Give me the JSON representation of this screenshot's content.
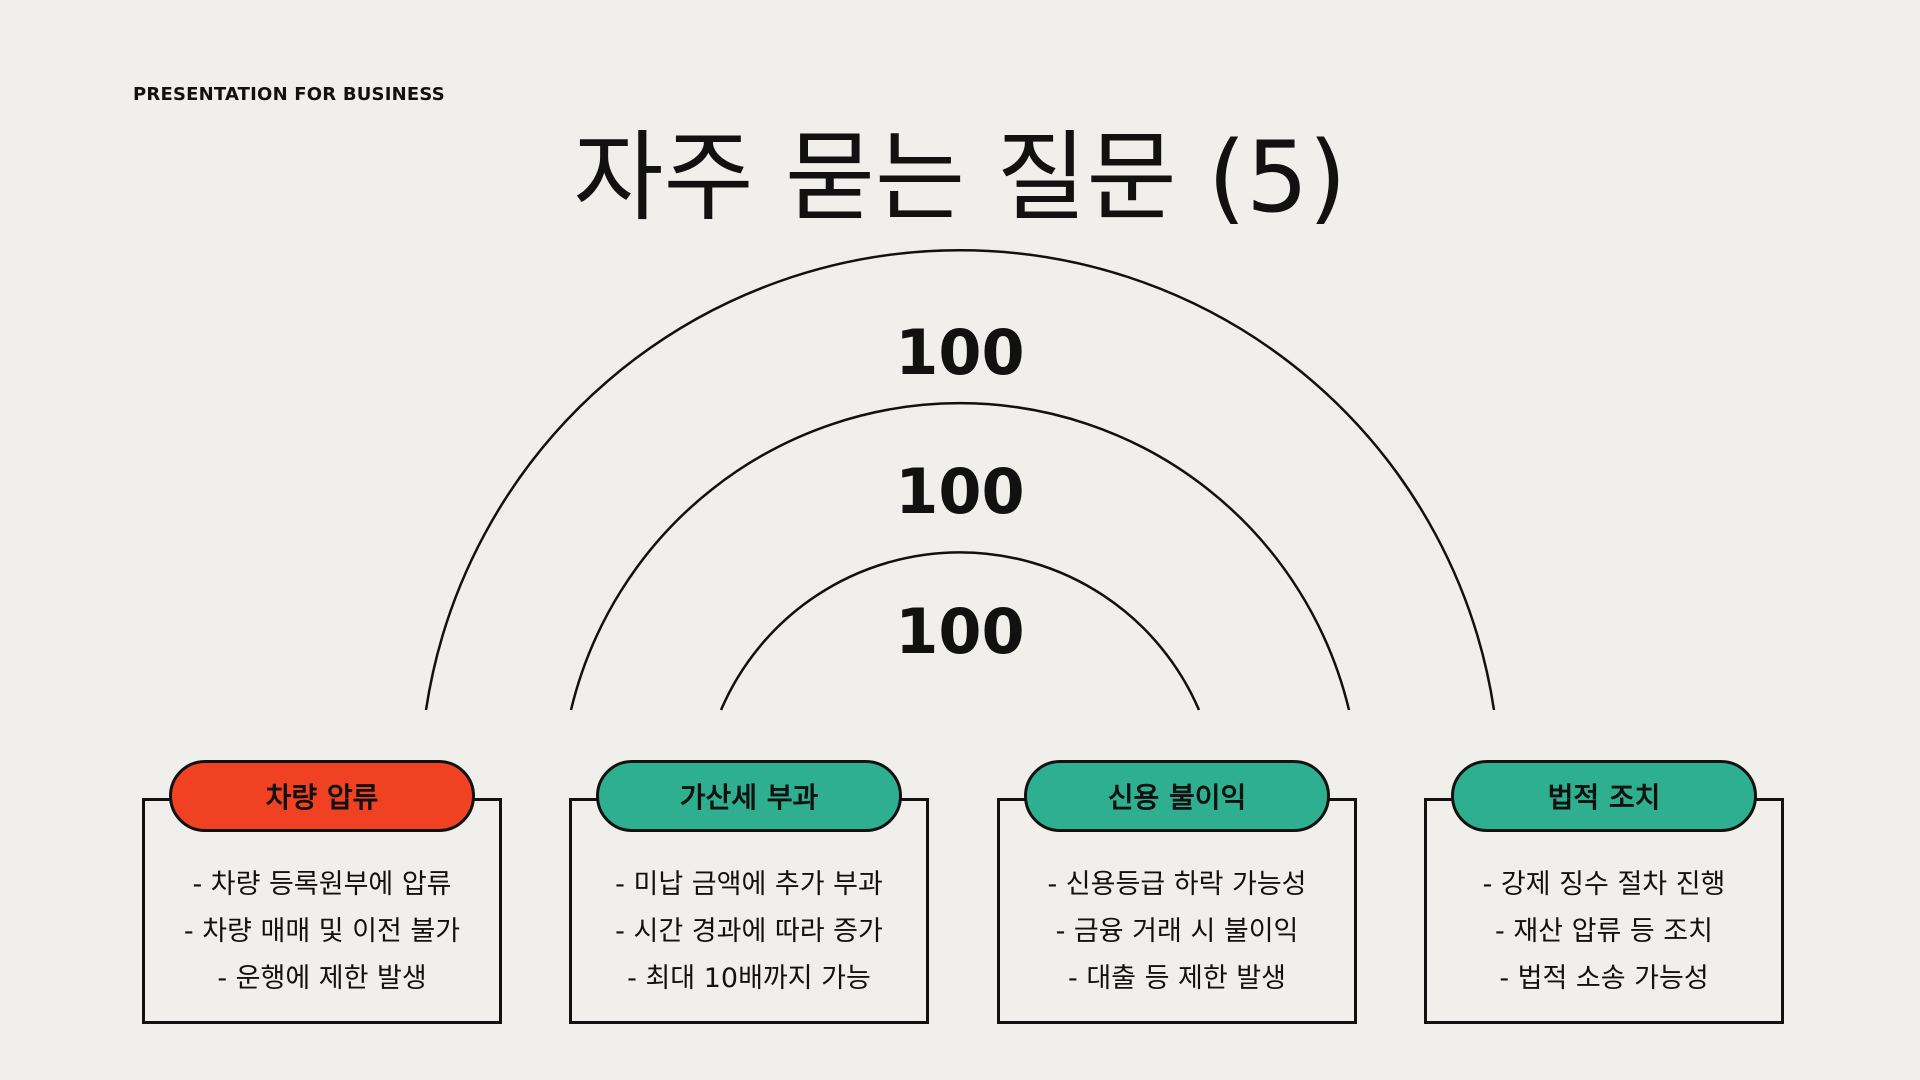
{
  "header": {
    "eyebrow": "PRESENTATION FOR BUSINESS",
    "title": "자주 묻는 질문 (5)"
  },
  "arcs": {
    "values": [
      "100",
      "100",
      "100"
    ]
  },
  "colors": {
    "accent_red": "#f04123",
    "accent_teal": "#2eb090",
    "background": "#f0efeb",
    "ink": "#111111"
  },
  "cards": [
    {
      "title": "차량 압류",
      "color": "#f04123",
      "lines": [
        "- 차량 등록원부에 압류",
        "- 차량 매매 및 이전 불가",
        "- 운행에 제한 발생"
      ]
    },
    {
      "title": "가산세 부과",
      "color": "#2eb090",
      "lines": [
        "- 미납 금액에 추가 부과",
        "- 시간 경과에 따라 증가",
        "- 최대 10배까지 가능"
      ]
    },
    {
      "title": "신용 불이익",
      "color": "#2eb090",
      "lines": [
        "- 신용등급 하락 가능성",
        "- 금융 거래 시 불이익",
        "- 대출 등 제한 발생"
      ]
    },
    {
      "title": "법적 조치",
      "color": "#2eb090",
      "lines": [
        "- 강제 징수 절차 진행",
        "- 재산 압류 등 조치",
        "- 법적 소송 가능성"
      ]
    }
  ]
}
